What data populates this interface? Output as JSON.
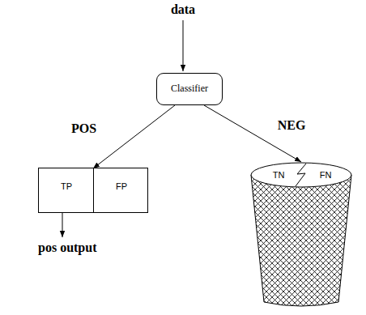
{
  "diagram": {
    "nodes": [
      {
        "text": [
          "Classifier"
        ]
      },
      {
        "text": [
          "TP",
          "FP"
        ]
      },
      {
        "text": [
          "TN",
          "FN"
        ]
      }
    ],
    "edges": [
      {
        "from": 0,
        "to": 1,
        "label": "POS",
        "arrow": "to"
      },
      {
        "from": 0,
        "to": 2,
        "label": "NEG",
        "arrow": "to"
      }
    ],
    "labels": [
      "data",
      "pos output"
    ]
  }
}
